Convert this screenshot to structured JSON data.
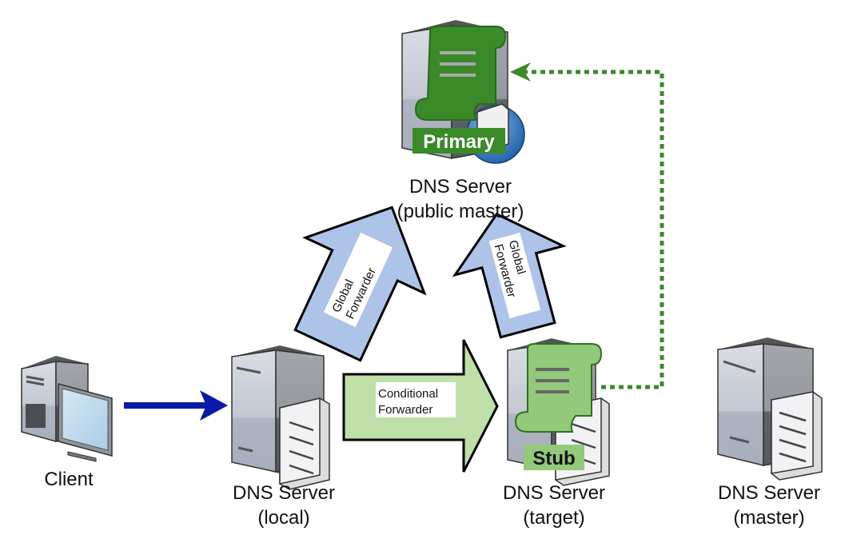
{
  "nodes": {
    "client": {
      "label": "Client"
    },
    "local": {
      "label_line1": "DNS Server",
      "label_line2": "(local)"
    },
    "target": {
      "label_line1": "DNS Server",
      "label_line2": "(target)",
      "badge": "Stub"
    },
    "master": {
      "label_line1": "DNS Server",
      "label_line2": "(master)"
    },
    "public_master": {
      "label_line1": "DNS Server",
      "label_line2": "(public master)",
      "badge": "Primary"
    }
  },
  "edges": {
    "global_forwarder_left": {
      "line1": "Global",
      "line2": "Forwarder"
    },
    "global_forwarder_right": {
      "line1": "Global",
      "line2": "Forwarder"
    },
    "conditional_forwarder": {
      "line1": "Conditional",
      "line2": "Forwarder"
    }
  },
  "colors": {
    "query_arrow": "#0a1aa8",
    "global_arrow": "#aec3e8",
    "conditional_arrow": "#bfe0a8",
    "primary_green": "#3a8a2a",
    "stub_green": "#93c97a",
    "dotted_link": "#3a8a2a"
  }
}
